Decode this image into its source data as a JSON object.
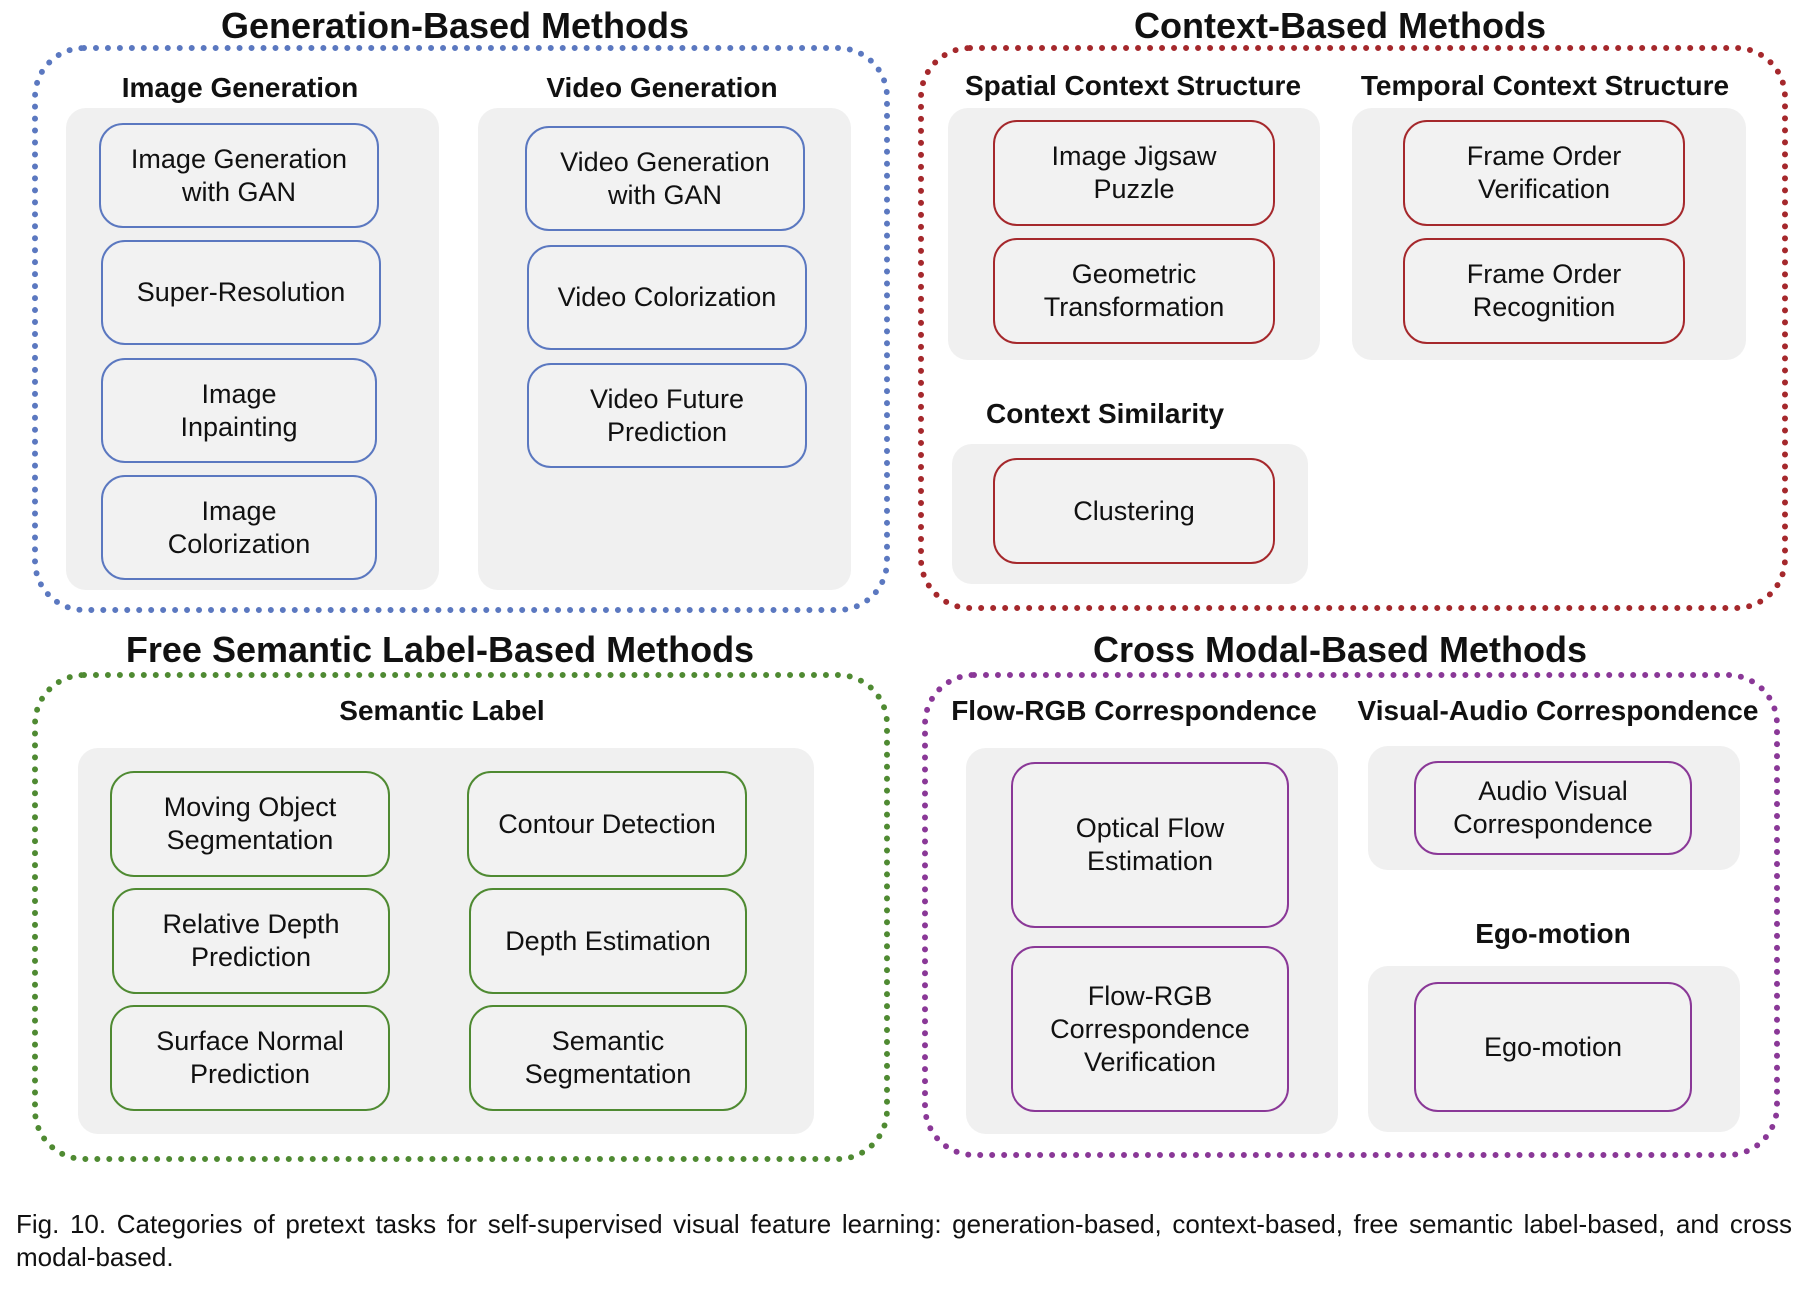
{
  "colors": {
    "generation": "#5b78c0",
    "context": "#a5282c",
    "semantic": "#4f8a32",
    "crossmodal": "#8a3897",
    "panel": "#f0f0f0"
  },
  "generation": {
    "title": "Generation-Based Methods",
    "image_generation": {
      "title": "Image Generation",
      "tasks": [
        "Image Generation\nwith GAN",
        "Super-Resolution",
        "Image\nInpainting",
        "Image\nColorization"
      ]
    },
    "video_generation": {
      "title": "Video Generation",
      "tasks": [
        "Video Generation\nwith GAN",
        "Video Colorization",
        "Video Future\nPrediction"
      ]
    }
  },
  "context": {
    "title": "Context-Based Methods",
    "spatial": {
      "title": "Spatial Context Structure",
      "tasks": [
        "Image Jigsaw\nPuzzle",
        "Geometric\nTransformation"
      ]
    },
    "temporal": {
      "title": "Temporal Context Structure",
      "tasks": [
        "Frame Order\nVerification",
        "Frame Order\nRecognition"
      ]
    },
    "similarity": {
      "title": "Context Similarity",
      "tasks": [
        "Clustering"
      ]
    }
  },
  "semantic": {
    "title": "Free Semantic Label-Based Methods",
    "label": {
      "title": "Semantic Label",
      "tasks": [
        "Moving Object\nSegmentation",
        "Contour Detection",
        "Relative Depth\nPrediction",
        "Depth Estimation",
        "Surface Normal\nPrediction",
        "Semantic\nSegmentation"
      ]
    }
  },
  "crossmodal": {
    "title": "Cross Modal-Based Methods",
    "flow_rgb": {
      "title": "Flow-RGB Correspondence",
      "tasks": [
        "Optical Flow\nEstimation",
        "Flow-RGB\nCorrespondence\nVerification"
      ]
    },
    "visual_audio": {
      "title": "Visual-Audio Correspondence",
      "tasks": [
        "Audio Visual\nCorrespondence"
      ]
    },
    "ego_motion": {
      "title": "Ego-motion",
      "tasks": [
        "Ego-motion"
      ]
    }
  },
  "caption": "Fig. 10. Categories of pretext tasks for self-supervised visual feature learning: generation-based, context-based, free semantic label-based, and cross modal-based."
}
